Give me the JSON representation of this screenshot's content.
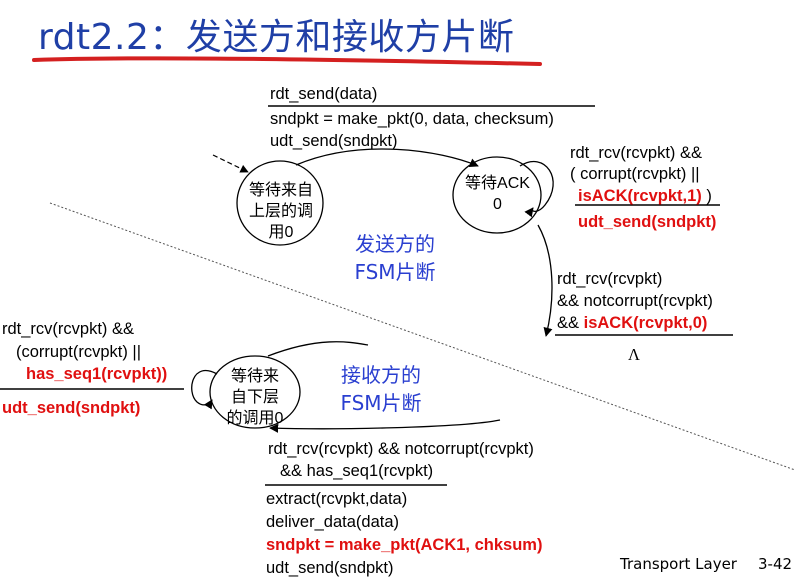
{
  "title": "rdt2.2：发送方和接收方片断",
  "sender": {
    "state0": [
      "等待来自",
      "上层的调",
      "用0"
    ],
    "state_ack0": [
      "等待ACK",
      "0"
    ],
    "label": [
      "发送方的",
      "FSM片断"
    ],
    "t1_event": "rdt_send(data)",
    "t1_actions": [
      "sndpkt = make_pkt(0, data, checksum)",
      "udt_send(sndpkt)"
    ],
    "self_event": [
      "rdt_rcv(rcvpkt) &&",
      "( corrupt(rcvpkt) ||"
    ],
    "self_event_red": "isACK(rcvpkt,1)",
    "self_event_close": " )",
    "self_action": "udt_send(sndpkt)",
    "t2_event": [
      "rdt_rcv(rcvpkt)",
      "&& notcorrupt(rcvpkt)"
    ],
    "t2_event_prefix": "&& ",
    "t2_event_red": "isACK(rcvpkt,0)",
    "t2_action": "Λ"
  },
  "receiver": {
    "state": [
      "等待来",
      "自下层",
      "的调用0"
    ],
    "label": [
      "接收方的",
      "FSM片断"
    ],
    "self_event": [
      "rdt_rcv(rcvpkt) &&",
      "(corrupt(rcvpkt) ||"
    ],
    "self_event_red": "has_seq1(rcvpkt))",
    "self_action": "udt_send(sndpkt)",
    "t_event": [
      "rdt_rcv(rcvpkt) && notcorrupt(rcvpkt)",
      "&& has_seq1(rcvpkt)"
    ],
    "t_actions": [
      "extract(rcvpkt,data)",
      "deliver_data(data)"
    ],
    "t_action_red": "sndpkt = make_pkt(ACK1, chksum)",
    "t_action_last": "udt_send(sndpkt)"
  },
  "footer": {
    "text": "Transport Layer",
    "page": "3-42"
  },
  "colors": {
    "title": "#1f3fa6",
    "red": "#e01010",
    "label": "#2a3fd0"
  }
}
